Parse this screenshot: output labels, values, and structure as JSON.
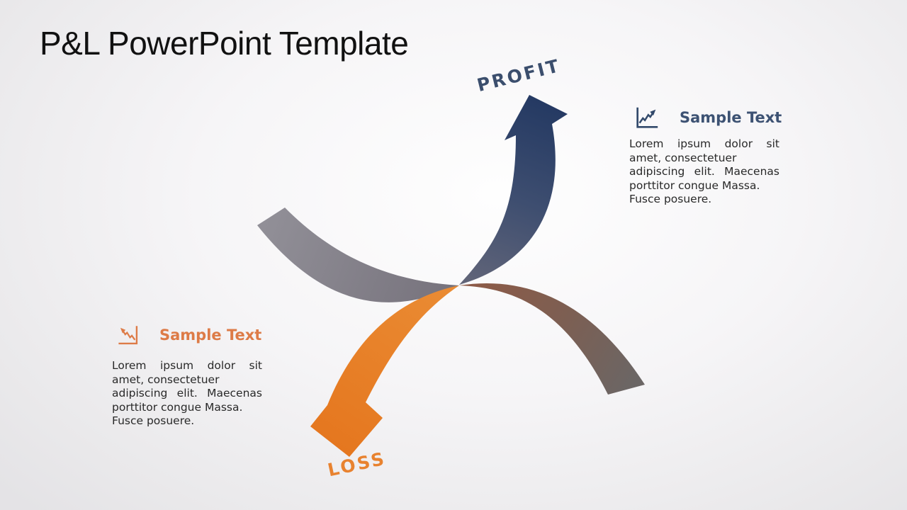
{
  "slide": {
    "title": "P&L PowerPoint Template"
  },
  "diagram": {
    "profit_label": "PROFIT",
    "loss_label": "LOSS",
    "colors": {
      "profit_arrow_head": "#253a63",
      "profit_arrow_tail": "#636679",
      "loss_arrow": "#e8802c",
      "loss_arrow_deep": "#e5771f",
      "gray_arc_light": "#918f97",
      "gray_arc_dark": "#76727c",
      "brown_arc_start": "#8e5a46",
      "brown_arc_end": "#6b6665",
      "profit_text": "#3b4e6d",
      "loss_text": "#e8822f"
    }
  },
  "blocks": [
    {
      "id": "profit",
      "icon": "line-chart-up-icon",
      "heading": "Sample Text",
      "heading_color": "#3d5273",
      "body_lines": [
        "Lorem ipsum dolor sit",
        "amet, consectetuer",
        "adipiscing elit. Maecenas",
        "porttitor congue Massa.",
        "Fusce posuere."
      ]
    },
    {
      "id": "loss",
      "icon": "line-chart-mirrored-icon",
      "heading": "Sample Text",
      "heading_color": "#dd7b47",
      "body_lines": [
        "Lorem ipsum dolor sit",
        "amet, consectetuer",
        "adipiscing elit. Maecenas",
        "porttitor congue Massa.",
        "Fusce posuere."
      ]
    }
  ]
}
